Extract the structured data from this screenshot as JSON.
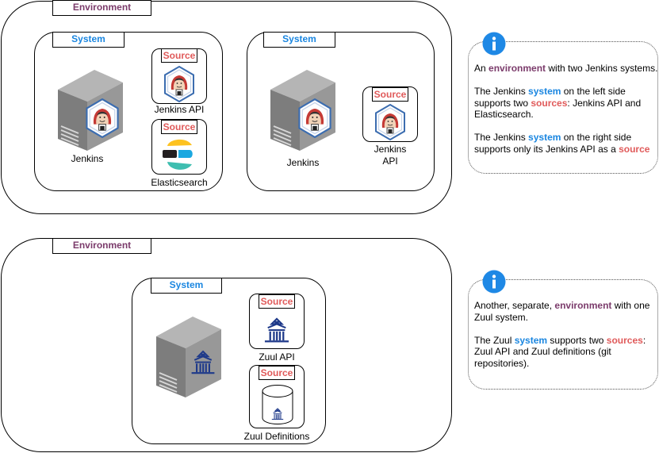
{
  "env1": {
    "label": "Environment",
    "system_left": {
      "label": "System",
      "server_label": "Jenkins",
      "sources": [
        {
          "tag": "Source",
          "name": "Jenkins API"
        },
        {
          "tag": "Source",
          "name": "Elasticsearch"
        }
      ]
    },
    "system_right": {
      "label": "System",
      "server_label": "Jenkins",
      "sources": [
        {
          "tag": "Source",
          "name_line1": "Jenkins",
          "name_line2": "API"
        }
      ]
    }
  },
  "env2": {
    "label": "Environment",
    "system": {
      "label": "System",
      "sources": [
        {
          "tag": "Source",
          "name": "Zuul API"
        },
        {
          "tag": "Source",
          "name": "Zuul Definitions"
        }
      ]
    }
  },
  "note1": {
    "p1": {
      "a": "An ",
      "env": "environment",
      "b": " with two Jenkins systems."
    },
    "p2": {
      "a": "The Jenkins ",
      "sys": "system",
      "b": " on the left side supports two ",
      "src": "sources",
      "c": ": Jenkins API and Elasticsearch."
    },
    "p3": {
      "a": "The Jenkins ",
      "sys": "system",
      "b": " on the right side supports only its Jenkins API as a ",
      "src": "source"
    }
  },
  "note2": {
    "p1": {
      "a": "Another, separate, ",
      "env": "environment",
      "b": " with one Zuul system."
    },
    "p2": {
      "a": "The Zuul ",
      "sys": "system",
      "b": " supports two ",
      "src": "sources",
      "c": ": Zuul API and Zuul definitions (git repositories)."
    }
  },
  "colors": {
    "environment": "#7b3b6b",
    "system": "#1a86e0",
    "source": "#e05a5a"
  }
}
